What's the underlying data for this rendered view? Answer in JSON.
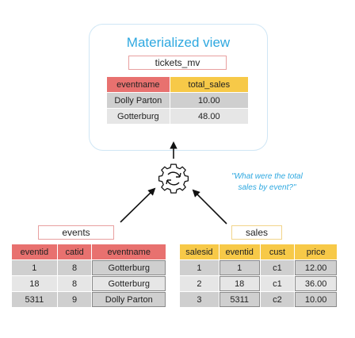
{
  "mv": {
    "title": "Materialized view",
    "name": "tickets_mv",
    "headers": [
      "eventname",
      "total_sales"
    ],
    "rows": [
      [
        "Dolly Parton",
        "10.00"
      ],
      [
        "Gotterburg",
        "48.00"
      ]
    ]
  },
  "question": {
    "line1": "\"What were the total",
    "line2": "sales by event?\""
  },
  "events": {
    "name": "events",
    "headers": [
      "eventid",
      "catid",
      "eventname"
    ],
    "rows": [
      [
        "1",
        "8",
        "Gotterburg"
      ],
      [
        "18",
        "8",
        "Gotterburg"
      ],
      [
        "5311",
        "9",
        "Dolly Parton"
      ]
    ]
  },
  "sales": {
    "name": "sales",
    "headers": [
      "salesid",
      "eventid",
      "cust",
      "price"
    ],
    "rows": [
      [
        "1",
        "1",
        "c1",
        "12.00"
      ],
      [
        "2",
        "18",
        "c1",
        "36.00"
      ],
      [
        "3",
        "5311",
        "c2",
        "10.00"
      ]
    ]
  },
  "colors": {
    "accent": "#2ea8e0",
    "header_red": "#e8716f",
    "header_yellow": "#f7c948"
  },
  "icons": [
    "refresh-gear-icon",
    "arrow-up-icon",
    "arrow-diagonal-icon"
  ]
}
